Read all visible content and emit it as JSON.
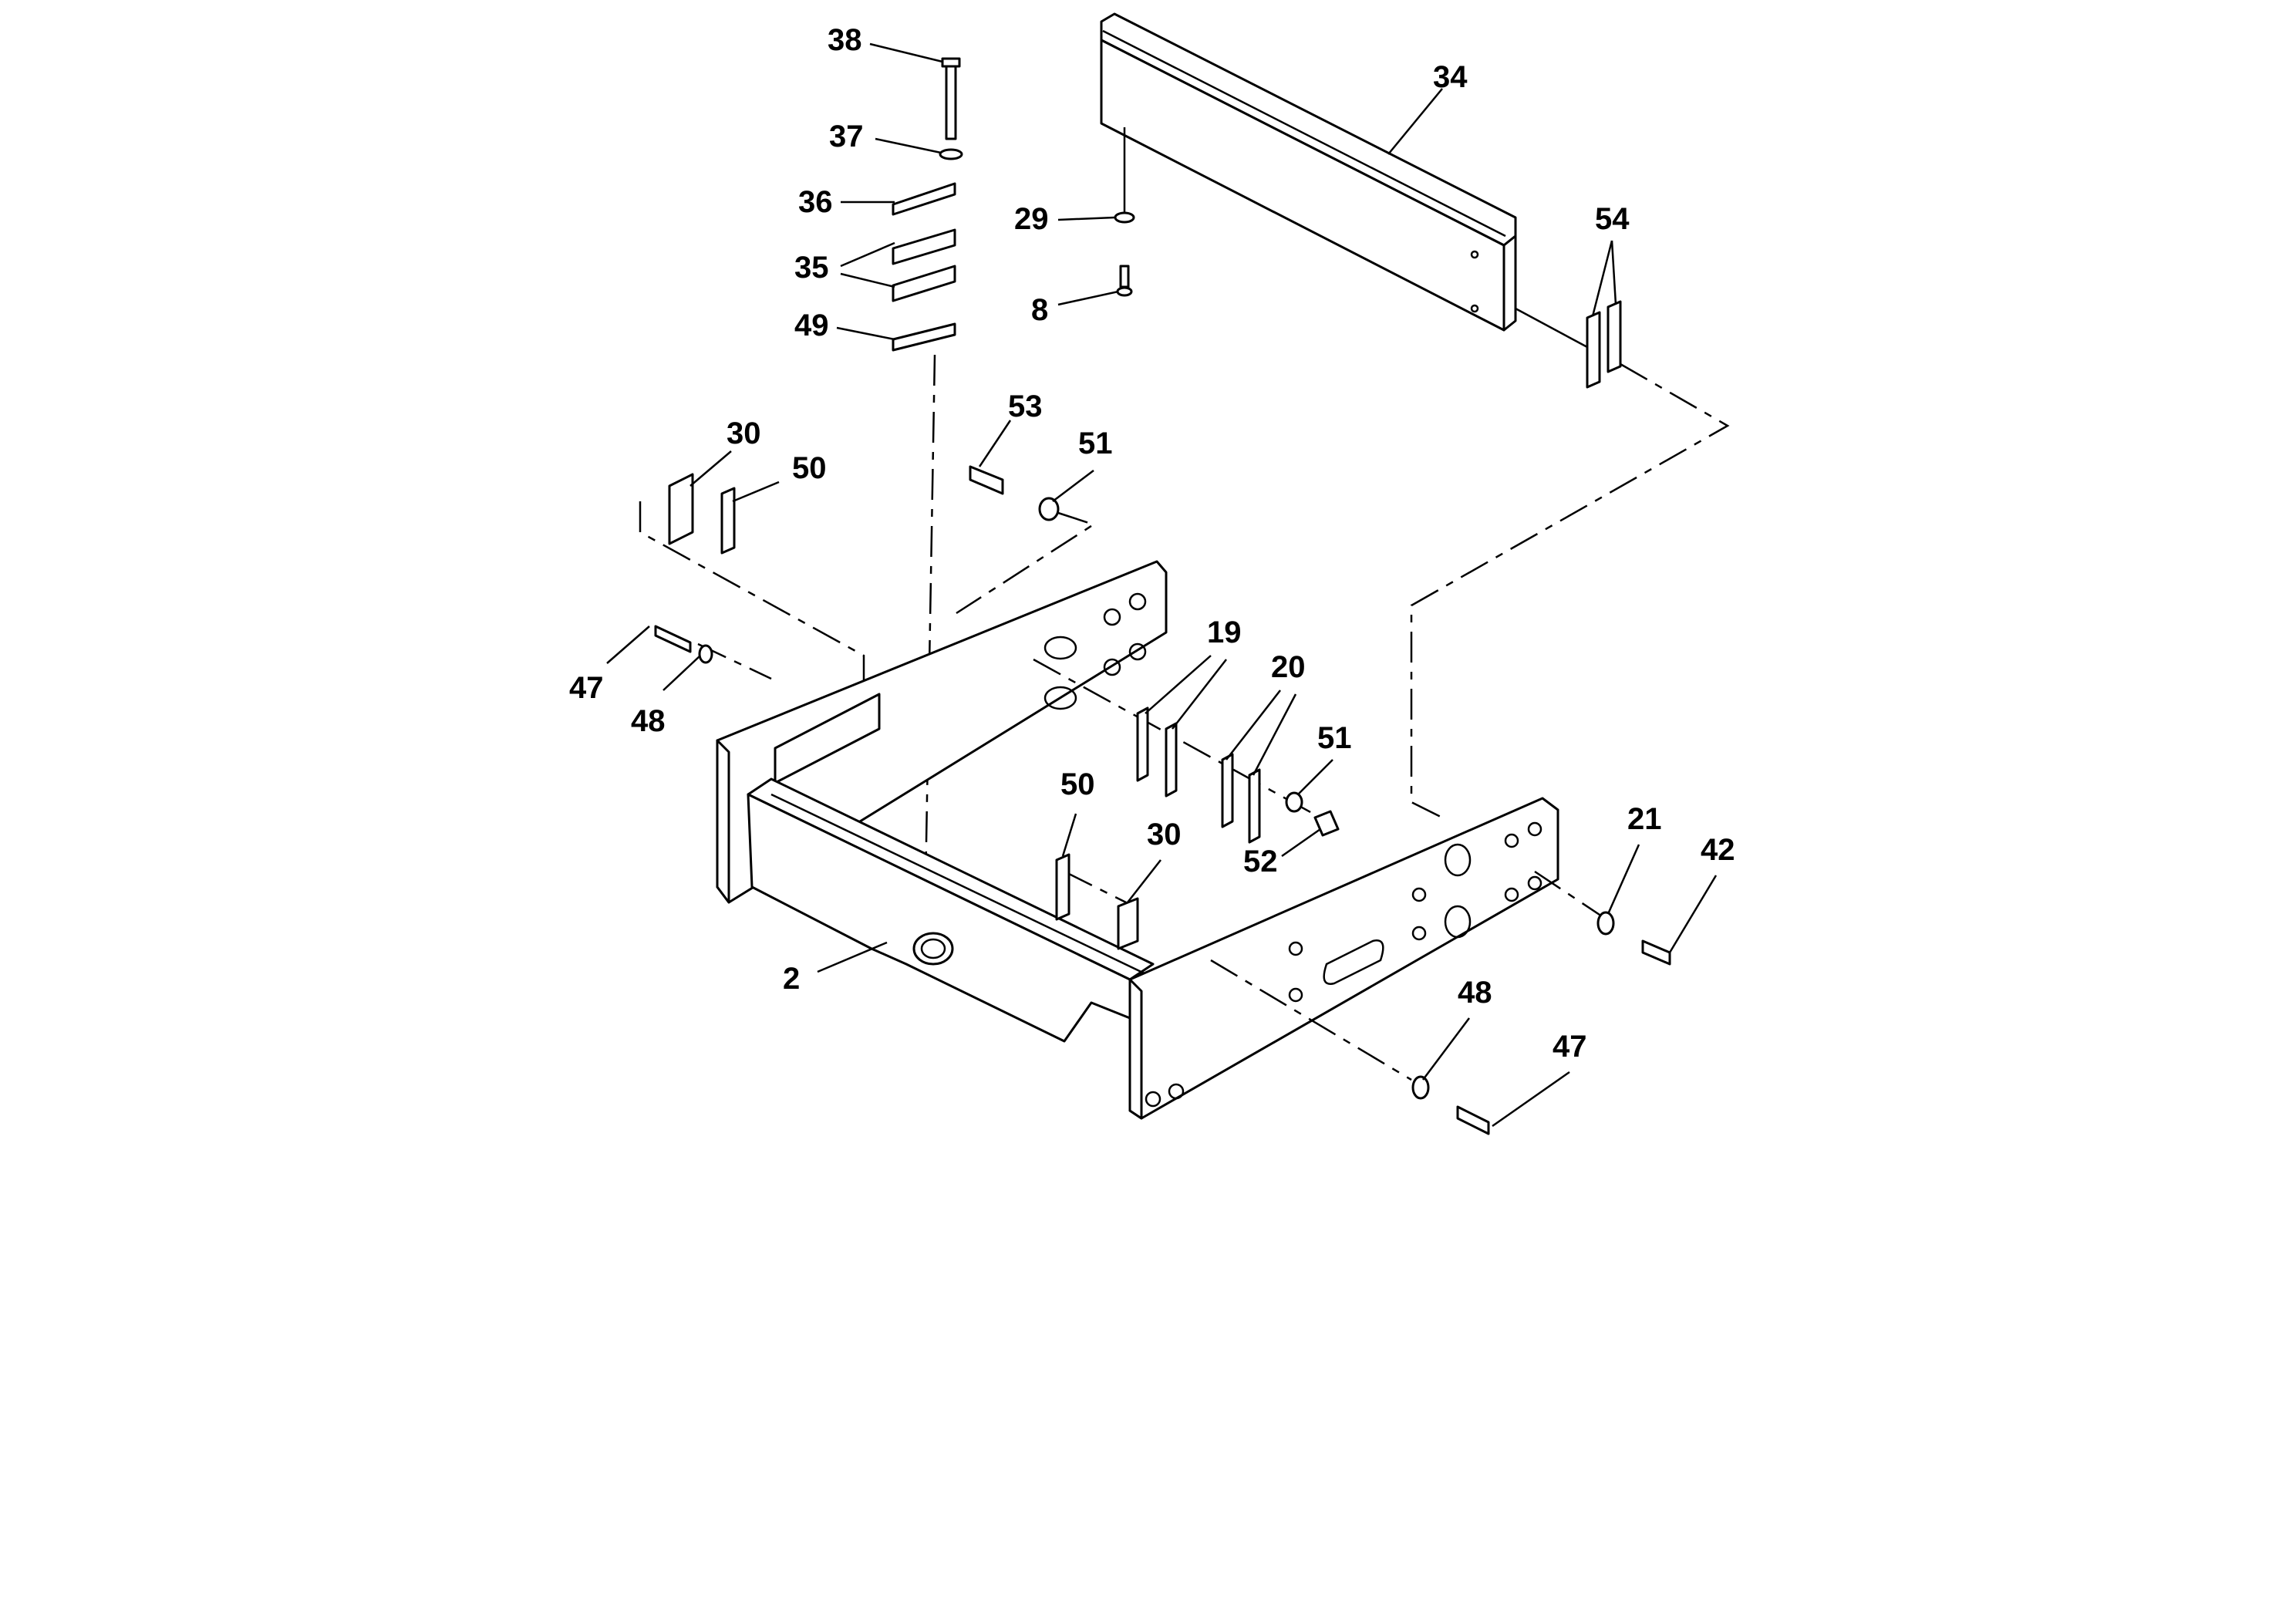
{
  "drawing": {
    "callouts": [
      {
        "id": "c38",
        "label": "38"
      },
      {
        "id": "c37",
        "label": "37"
      },
      {
        "id": "c36",
        "label": "36"
      },
      {
        "id": "c35",
        "label": "35"
      },
      {
        "id": "c49",
        "label": "49"
      },
      {
        "id": "c34",
        "label": "34"
      },
      {
        "id": "c29",
        "label": "29"
      },
      {
        "id": "c8",
        "label": "8"
      },
      {
        "id": "c54",
        "label": "54"
      },
      {
        "id": "c53",
        "label": "53"
      },
      {
        "id": "c51a",
        "label": "51"
      },
      {
        "id": "c30a",
        "label": "30"
      },
      {
        "id": "c50a",
        "label": "50"
      },
      {
        "id": "c47a",
        "label": "47"
      },
      {
        "id": "c48a",
        "label": "48"
      },
      {
        "id": "c19",
        "label": "19"
      },
      {
        "id": "c20",
        "label": "20"
      },
      {
        "id": "c51b",
        "label": "51"
      },
      {
        "id": "c52",
        "label": "52"
      },
      {
        "id": "c50b",
        "label": "50"
      },
      {
        "id": "c30b",
        "label": "30"
      },
      {
        "id": "c21",
        "label": "21"
      },
      {
        "id": "c42",
        "label": "42"
      },
      {
        "id": "c2",
        "label": "2"
      },
      {
        "id": "c48b",
        "label": "48"
      },
      {
        "id": "c47b",
        "label": "47"
      }
    ],
    "colors": {
      "line": "#000000",
      "background": "#ffffff"
    }
  }
}
